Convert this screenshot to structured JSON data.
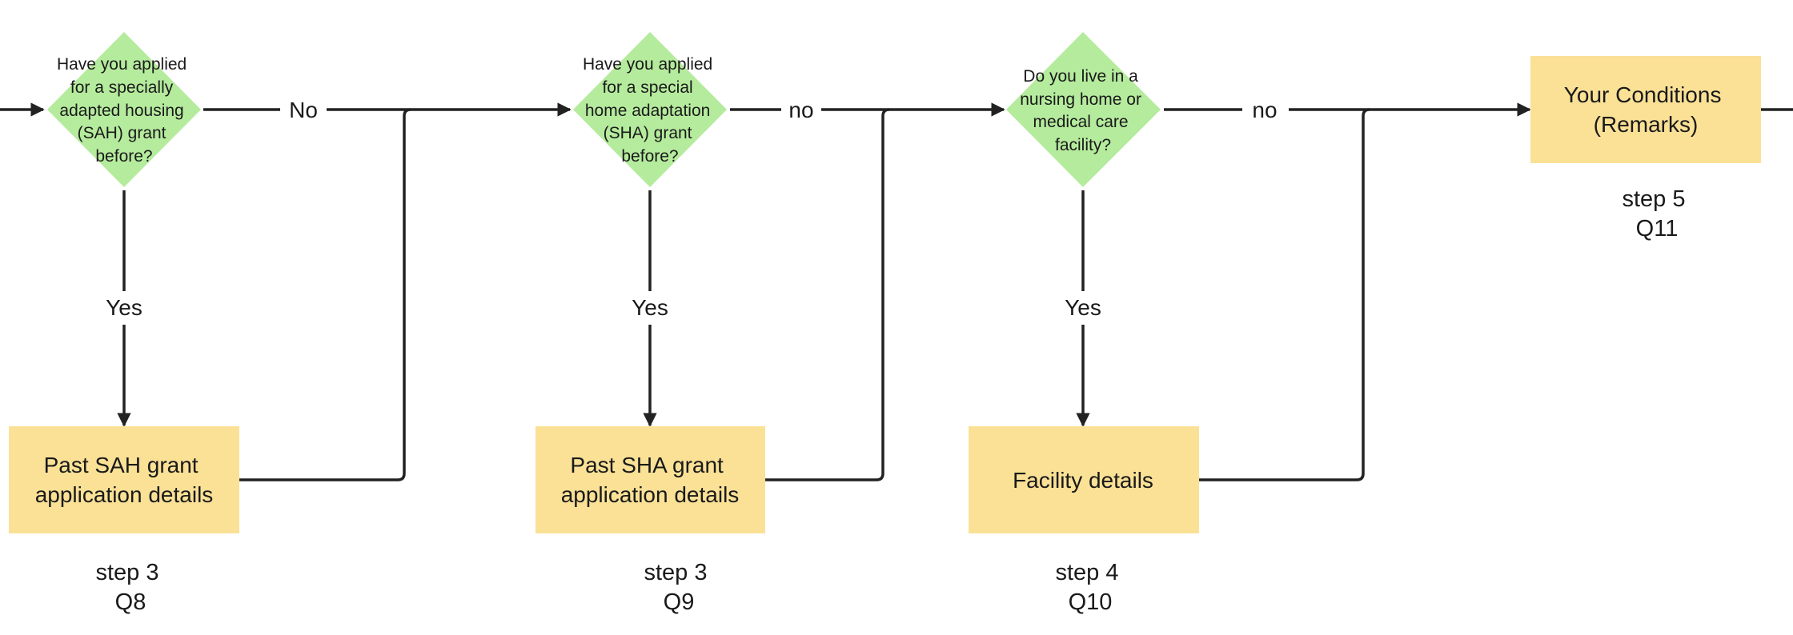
{
  "colors": {
    "decision_fill": "#b5eb9d",
    "process_fill": "#fae196",
    "line": "#222222",
    "text": "#1a1a1a"
  },
  "decisions": [
    {
      "id": "q8",
      "lines": [
        "Have you applied",
        "for a specially",
        "adapted housing",
        "(SAH) grant",
        "before?"
      ]
    },
    {
      "id": "q9",
      "lines": [
        "Have you applied",
        "for a special",
        "home adaptation",
        "(SHA) grant",
        "before?"
      ]
    },
    {
      "id": "q10",
      "lines": [
        "Do you live in a",
        "nursing home or",
        "medical care",
        "facility?"
      ]
    }
  ],
  "processes": [
    {
      "id": "sah",
      "lines": [
        "Past SAH grant",
        "application details"
      ]
    },
    {
      "id": "sha",
      "lines": [
        "Past SHA grant",
        "application details"
      ]
    },
    {
      "id": "facility",
      "lines": [
        "Facility details"
      ]
    },
    {
      "id": "conditions",
      "lines": [
        "Your Conditions",
        "(Remarks)"
      ]
    }
  ],
  "edge_labels": {
    "q8_no": "No",
    "q8_yes": "Yes",
    "q9_no": "no",
    "q9_yes": "Yes",
    "q10_no": "no",
    "q10_yes": "Yes"
  },
  "step_labels": [
    {
      "id": "q8",
      "step": "step 3",
      "question": "Q8"
    },
    {
      "id": "q9",
      "step": "step 3",
      "question": "Q9"
    },
    {
      "id": "q10",
      "step": "step 4",
      "question": "Q10"
    },
    {
      "id": "q11",
      "step": "step 5",
      "question": "Q11"
    }
  ]
}
